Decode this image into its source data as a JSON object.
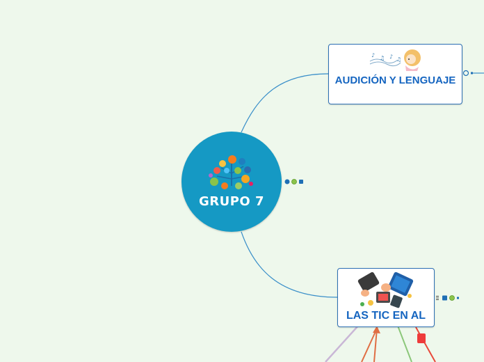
{
  "map": {
    "central_topic": {
      "label": "GRUPO 7",
      "image_icon": "tree-of-app-icons"
    },
    "topics": [
      {
        "label": "AUDICIÓN Y LENGUAJE",
        "image_icon": "girl-with-music-notes"
      },
      {
        "label": "LAS TIC EN AL",
        "image_icon": "hands-with-devices"
      }
    ],
    "marker_icons": {
      "central": [
        "globe-icon",
        "green-dot-icon",
        "note-icon"
      ],
      "topic1": [
        "globe-icon",
        "small-dot-icon"
      ],
      "topic2": [
        "list-icon",
        "linkedin-icon",
        "green-dot-icon",
        "small-dot-icon"
      ]
    }
  },
  "colors": {
    "background": "#eef8ec",
    "central_fill": "#1599c4",
    "topic_border": "#2c6fb3",
    "topic_text": "#1565c0",
    "connector": "#3a8fc9",
    "branch_lilac": "#c9b7d6",
    "branch_orange": "#e06e44",
    "branch_green": "#8bc77a",
    "branch_red": "#e8483a"
  }
}
